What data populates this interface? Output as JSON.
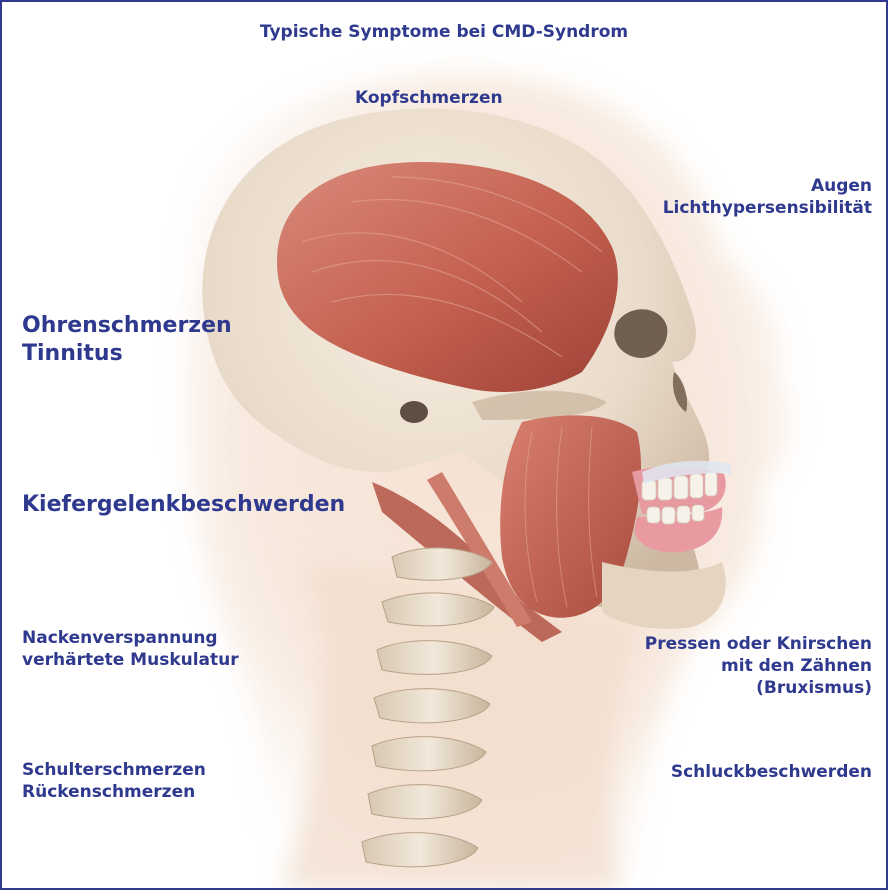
{
  "title": "Typische Symptome bei CMD-Syndrom",
  "labels": {
    "kopf": [
      "Kopfschmerzen"
    ],
    "augen": [
      "Augen",
      "Lichthypersensibilität"
    ],
    "ohren": [
      "Ohrenschmerzen",
      "Tinnitus"
    ],
    "kiefer": [
      "Kiefergelenkbeschwerden"
    ],
    "nacken": [
      "Nackenverspannung",
      "verhärtete Muskulatur"
    ],
    "bruxismus": [
      "Pressen oder Knirschen",
      "mit den Zähnen",
      "(Bruxismus)"
    ],
    "schulter": [
      "Schulterschmerzen",
      "Rückenschmerzen"
    ],
    "schluck": [
      "Schluckbeschwerden"
    ]
  },
  "colors": {
    "text": "#2f3a8f",
    "border": "#2f3a8f",
    "skull": "#ede0cf",
    "muscle": "#c86a5c",
    "gum": "#e89aa0",
    "body_glow": "#f1d9c8"
  }
}
